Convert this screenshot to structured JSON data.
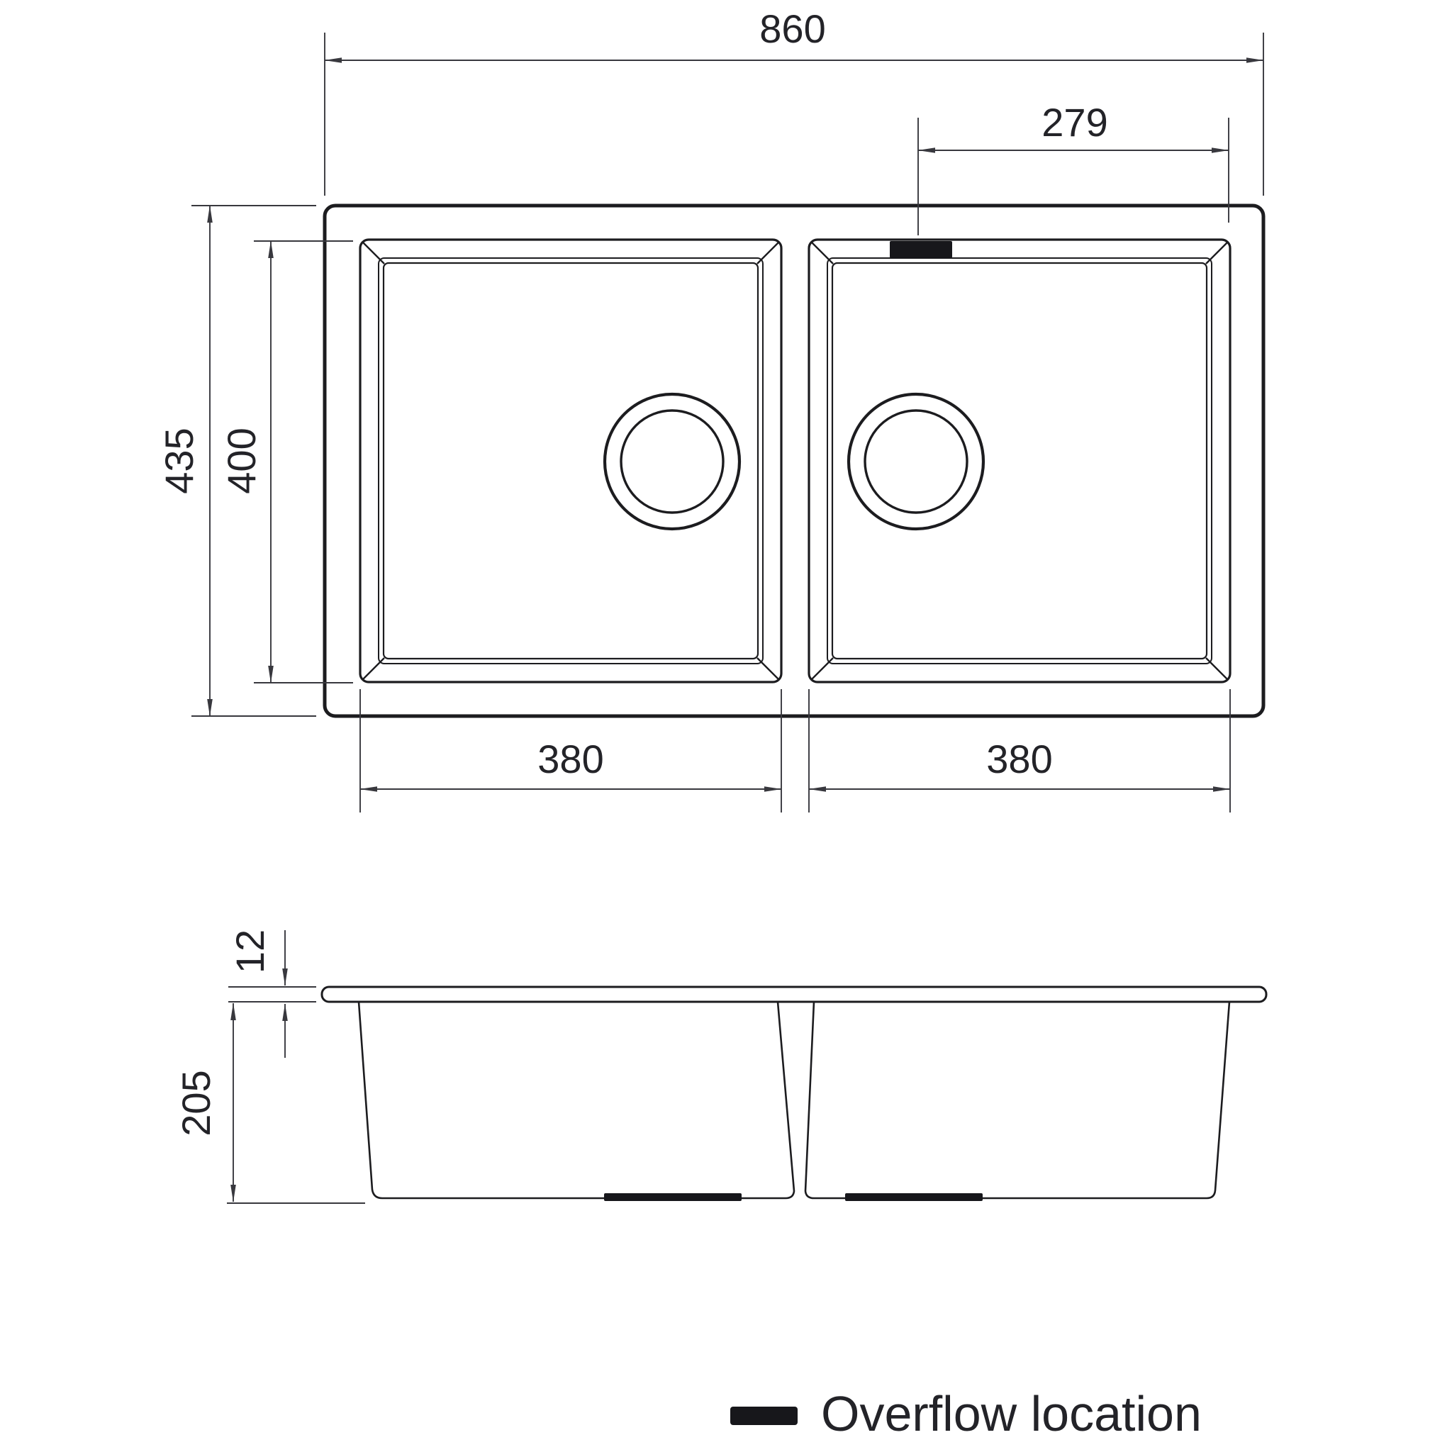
{
  "drawing": {
    "type": "technical-drawing",
    "subject": "double-bowl sink, plan view and sectional side view",
    "units": "mm"
  },
  "dims": {
    "overall_width": "860",
    "overflow_offset": "279",
    "overall_depth": "435",
    "bowl_depth_plan": "400",
    "left_bowl_width": "380",
    "right_bowl_width": "380",
    "rim_thickness": "12",
    "bowl_height": "205"
  },
  "legend": {
    "label": "Overflow location"
  },
  "colors": {
    "line": "#1c1c1f",
    "dim": "#38383e",
    "text": "#232328",
    "blk": "#17171b",
    "bg": "#ffffff"
  }
}
